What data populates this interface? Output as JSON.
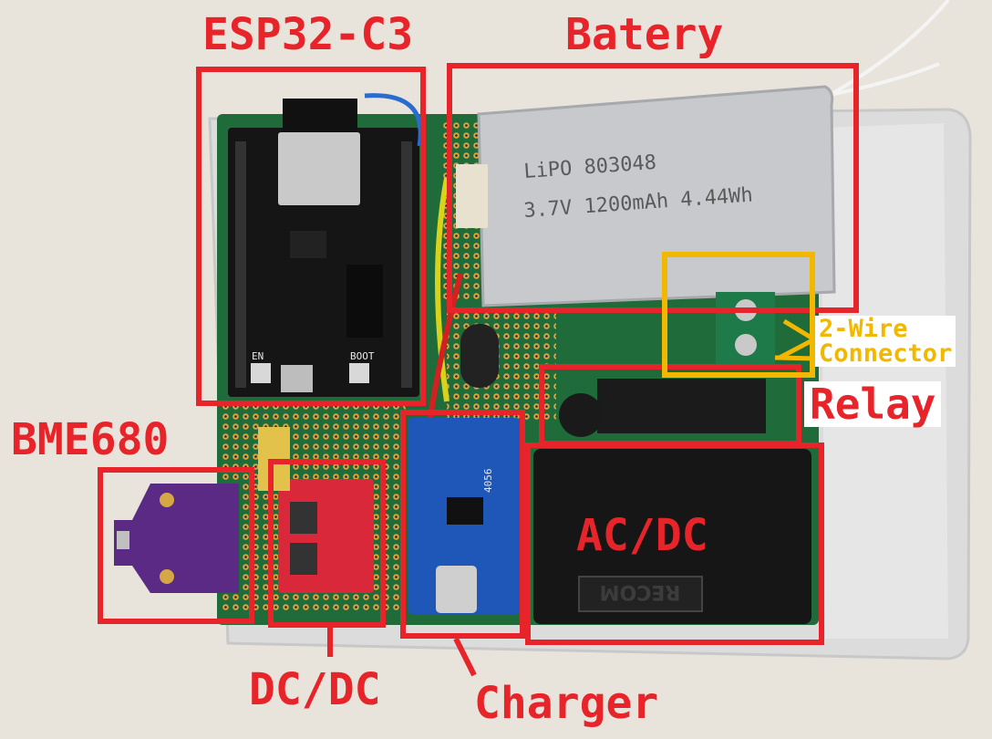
{
  "image": {
    "description_type": "annotated-photo"
  },
  "colors": {
    "annotation_red": "#e8242b",
    "annotation_yellow": "#f2b800",
    "pcb_green": "#1f6b3a",
    "wall": "#e9e5dc"
  },
  "labels": {
    "esp32": "ESP32-C3",
    "battery": "Batery",
    "bme680": "BME680",
    "dcdc": "DC/DC",
    "charger": "Charger",
    "acdc": "AC/DC",
    "relay": "Relay",
    "connector_line1": "2-Wire",
    "connector_line2": "Connector"
  },
  "printed_text": {
    "battery_line1": "LiPO 803048",
    "battery_line2": "3.7V 1200mAh 4.44Wh",
    "psu_brand": "RECOM",
    "esp_en": "EN",
    "esp_boot": "BOOT",
    "charger_chip": "4056"
  }
}
